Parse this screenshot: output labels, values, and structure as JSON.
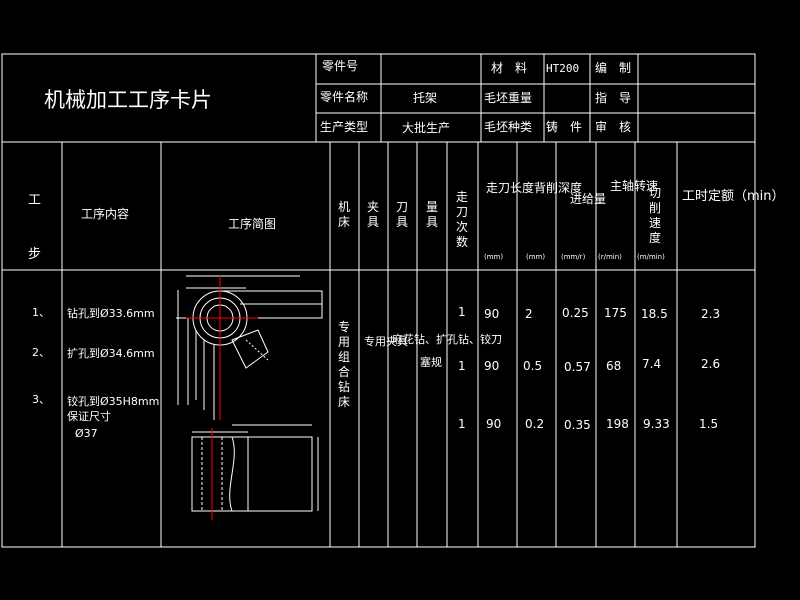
{
  "title": "机械加工工序卡片",
  "header": {
    "part_no_label": "零件号",
    "part_no_value": "",
    "part_name_label": "零件名称",
    "part_name_value": "托架",
    "production_type_label": "生产类型",
    "production_type_value": "大批生产",
    "material_label": "材　料",
    "material_value": "HT200",
    "blank_weight_label": "毛坯重量",
    "blank_kind_label": "毛坯种类",
    "blank_kind_value": "铸　件",
    "compile_label": "编　制",
    "guide_label": "指　导",
    "review_label": "审　核"
  },
  "columns": {
    "step": "工",
    "step2": "步",
    "content": "工序内容",
    "sketch": "工序简图",
    "machine": "机床",
    "fixture": "夹具",
    "tool": "刀具",
    "gauge": "量具",
    "passes": "走刀次数",
    "feed_length": "走刀长度",
    "cut_depth": "背削深度",
    "feed": "进给量",
    "spindle_speed": "主轴转速",
    "cut_speed": "切削速度",
    "time_quota": "工时定额（min）",
    "unit_mm": "(mm)",
    "unit_mm2": "(mm)",
    "unit_feed": "(mm/r)",
    "unit_rpm": "(r/min)",
    "unit_speed": "(m/min)"
  },
  "steps": [
    {
      "no": "1、",
      "content": "钻孔到Ø33.6mm"
    },
    {
      "no": "2、",
      "content": "扩孔到Ø34.6mm"
    },
    {
      "no": "3、",
      "content": "铰孔到Ø35H8mm",
      "extra1": "保证尺寸",
      "extra2": "Ø37"
    }
  ],
  "machine_value": "专用组合钻床",
  "fixture_value": "专用夹具",
  "tool_value": "麻花钻、扩孔钻、铰刀",
  "gauge_value": "塞规",
  "rows": [
    {
      "passes": "1",
      "length": "90",
      "depth": "2",
      "feed": "0.25",
      "rpm": "175",
      "speed": "18.5",
      "time": "2.3"
    },
    {
      "passes": "1",
      "length": "90",
      "depth": "0.5",
      "feed": "0.57",
      "rpm": "68",
      "speed": "7.4",
      "time": "2.6"
    },
    {
      "passes": "1",
      "length": "90",
      "depth": "0.2",
      "feed": "0.35",
      "rpm": "198",
      "speed": "9.33",
      "time": "1.5"
    }
  ],
  "colors": {
    "line": "#ffffff",
    "accent": "#ff0000",
    "background": "#000000"
  }
}
